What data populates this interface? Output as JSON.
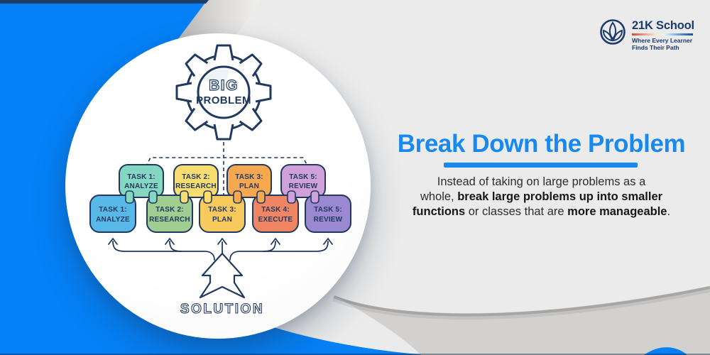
{
  "logo": {
    "brand": "21K School",
    "tagline1": "Where Every Learner",
    "tagline2": "Finds Their Path"
  },
  "right_panel": {
    "heading": "Break Down the Problem",
    "body_line1": "Instead of taking on large problems as a",
    "body_line2_normal": "whole, ",
    "body_line2_bold": "break large problems up into smaller",
    "body_line3_bold_a": "functions",
    "body_line3_normal_a": " or classes that are ",
    "body_line3_bold_b": "more manageable",
    "body_line3_normal_b": "."
  },
  "diagram": {
    "gear_line1": "BIG",
    "gear_line2": "PROBLEM",
    "solution_label": "SOLUTION",
    "top_row": [
      {
        "line1": "TASK 1:",
        "line2": "ANALYZE",
        "color": "#85d6c3"
      },
      {
        "line1": "TASK 2:",
        "line2": "RESEARCH",
        "color": "#f9dd70"
      },
      {
        "line1": "TASK 3:",
        "line2": "PLAN",
        "color": "#f6a851"
      },
      {
        "line1": "TASK 5:",
        "line2": "REVIEW",
        "color": "#cfa0da"
      }
    ],
    "bottom_row": [
      {
        "line1": "TASK 1:",
        "line2": "ANALYZE",
        "color": "#58b9e8"
      },
      {
        "line1": "TASK 2:",
        "line2": "RESEARCH",
        "color": "#a0cd90"
      },
      {
        "line1": "TASK 3:",
        "line2": "PLAN",
        "color": "#f8ca5d"
      },
      {
        "line1": "TASK 4:",
        "line2": "EXECUTE",
        "color": "#ef8563"
      },
      {
        "line1": "TASK 5:",
        "line2": "REVIEW",
        "color": "#9a89d0"
      }
    ]
  },
  "colors": {
    "accent_blue": "#1789f0",
    "background_blue": "#0580f6",
    "navy_outline": "#21395f",
    "background_gray": "#ebebeb",
    "band_gray": "#d3d1cf"
  }
}
